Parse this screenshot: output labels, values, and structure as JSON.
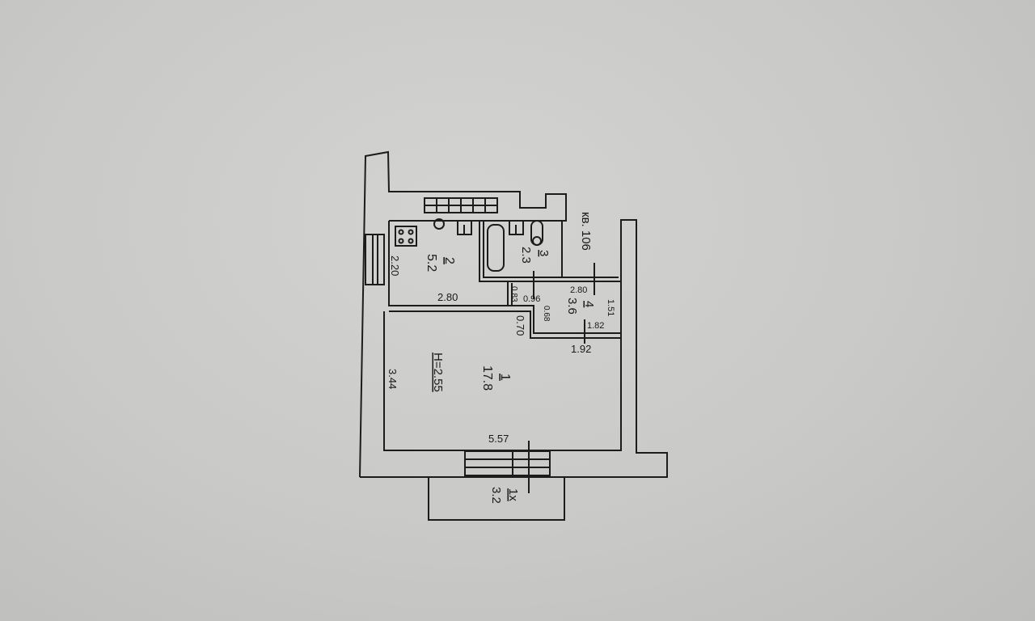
{
  "plan": {
    "apartment_label": "кв. 106",
    "ceiling_height": "H=2.55",
    "rooms": [
      {
        "number": "1",
        "area": "17.8"
      },
      {
        "number": "2",
        "area": "5.2"
      },
      {
        "number": "3",
        "area": "2.3"
      },
      {
        "number": "4",
        "area": "3.6"
      },
      {
        "number": "1х",
        "area": "3.2"
      }
    ],
    "dimensions": {
      "kitchen_width": "2.80",
      "kitchen_depth": "2.20",
      "room_depth": "3.44",
      "room_width": "5.57",
      "hall_width": "2.80",
      "hall_depth": "1.51",
      "hall_inner": "1.82",
      "hall_bottom": "1.92",
      "passage": "0.70",
      "niche_a": "0.83",
      "niche_b": "0.96",
      "niche_c": "0.68"
    }
  }
}
